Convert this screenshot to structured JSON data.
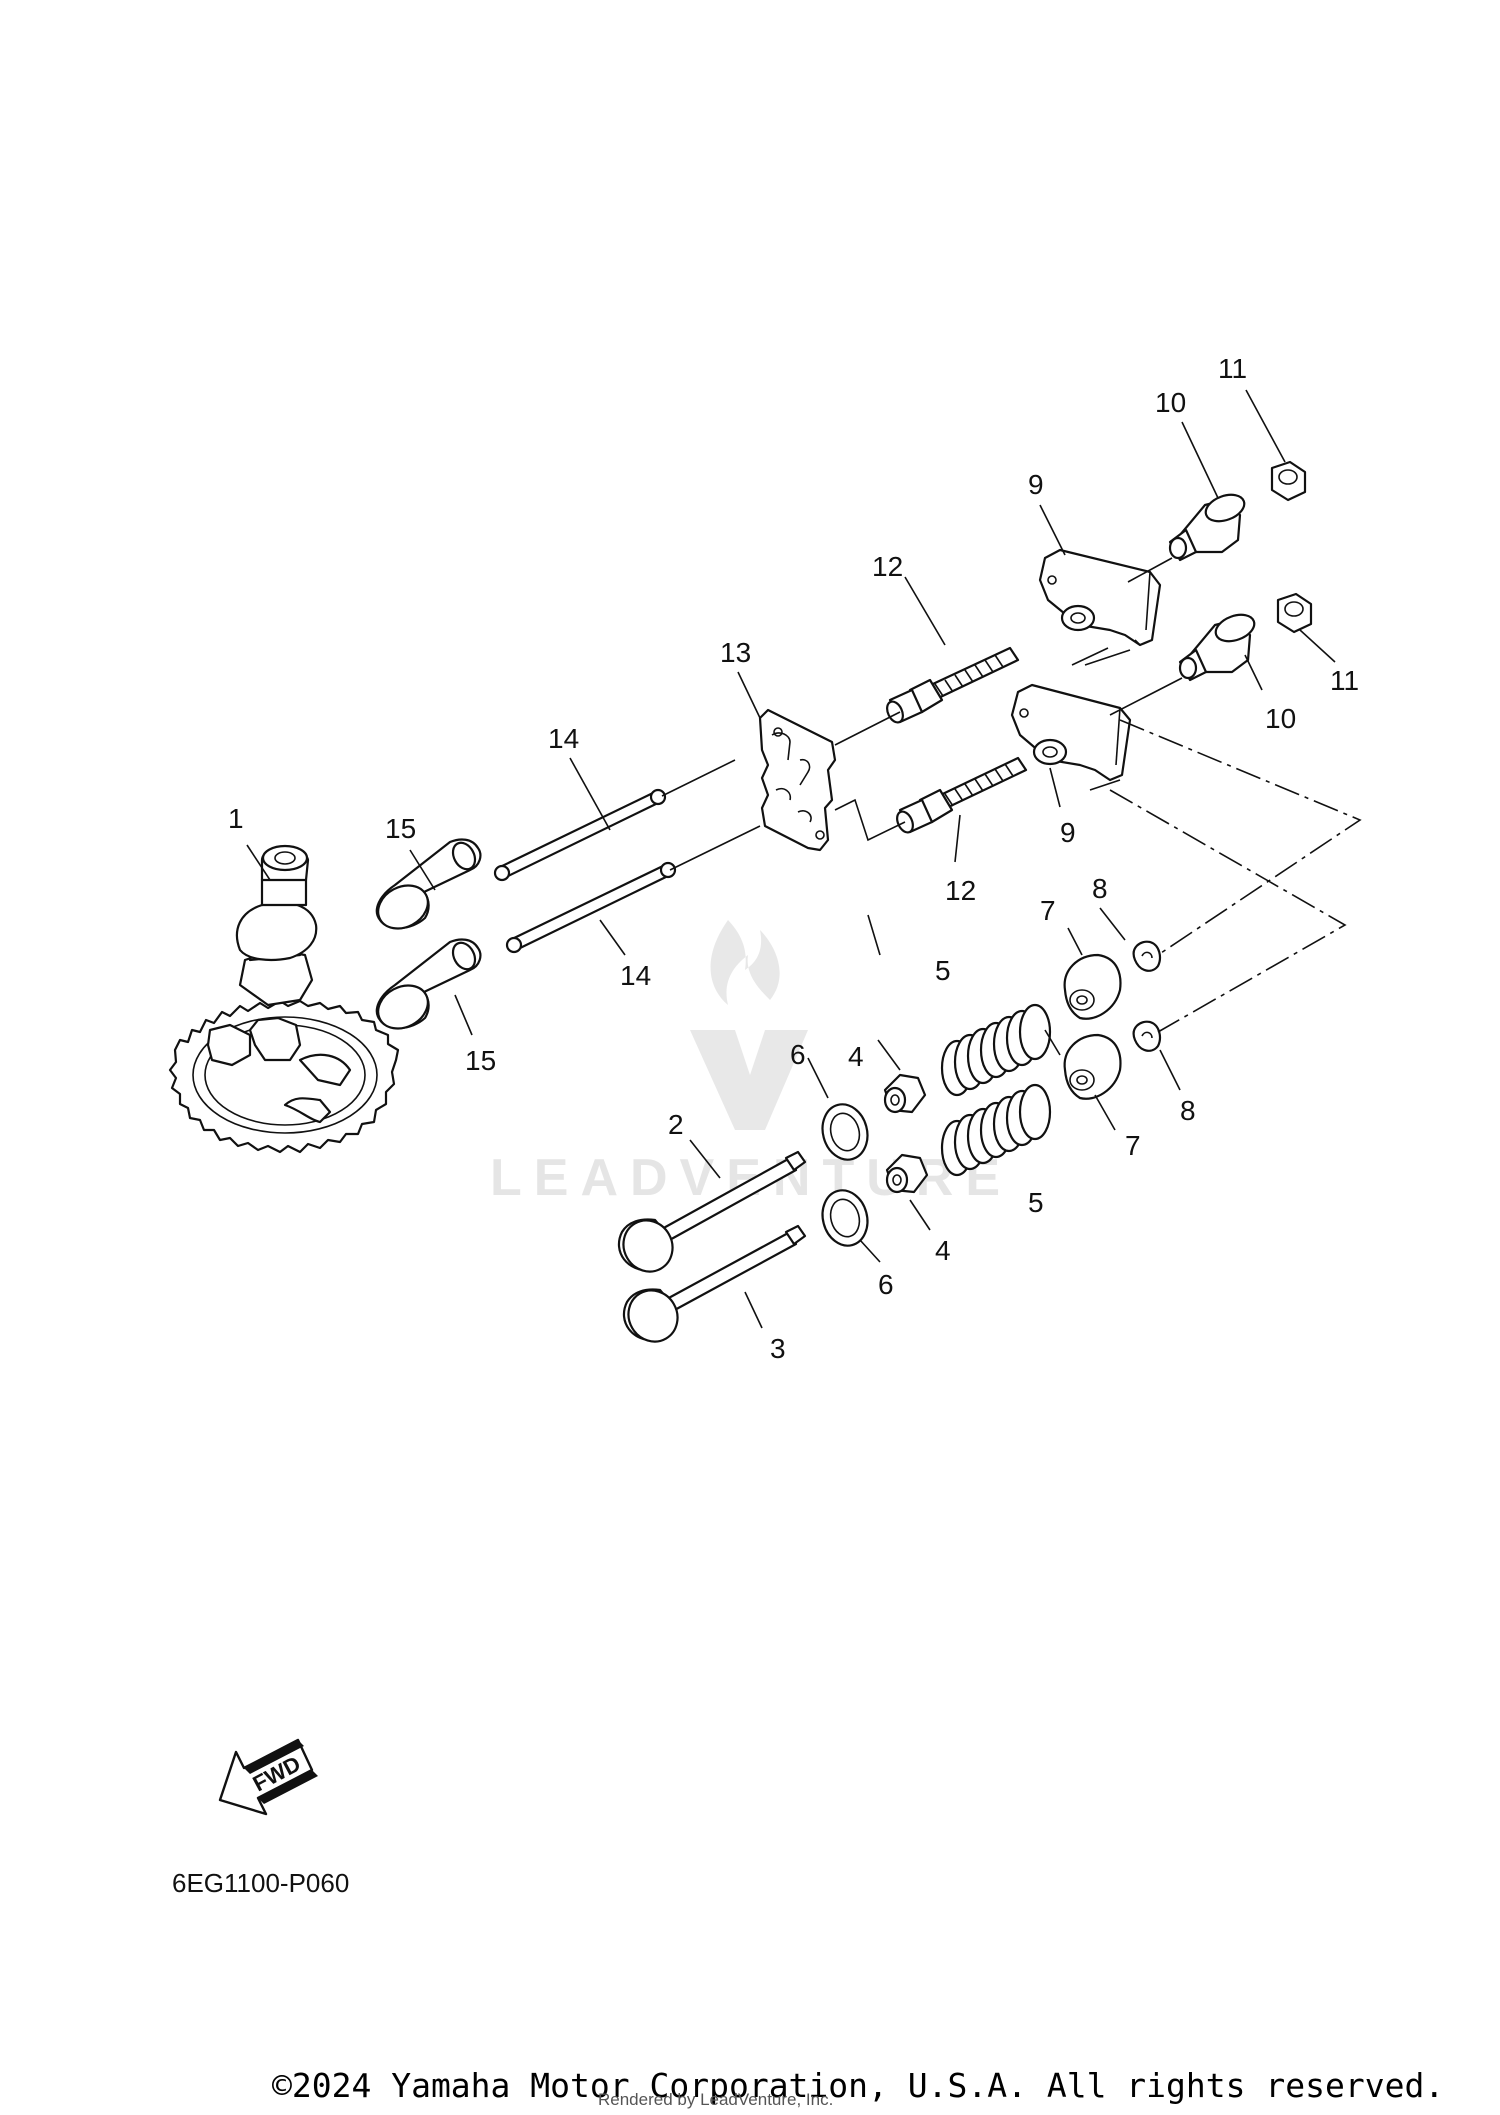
{
  "watermark": {
    "brand": "LEADVENTURE"
  },
  "forward_badge": {
    "label": "FWD"
  },
  "diagram_code": "6EG1100-P060",
  "copyright": "©2024 Yamaha Motor Corporation, U.S.A. All rights reserved.",
  "rendered_by": "Rendered by LeadVenture, Inc.",
  "callouts": {
    "c1": "1",
    "c2": "2",
    "c3": "3",
    "c4a": "4",
    "c4b": "4",
    "c5a": "5",
    "c5b": "5",
    "c6a": "6",
    "c6b": "6",
    "c7a": "7",
    "c7b": "7",
    "c8a": "8",
    "c8b": "8",
    "c9a": "9",
    "c9b": "9",
    "c10a": "10",
    "c10b": "10",
    "c11a": "11",
    "c11b": "11",
    "c12a": "12",
    "c12b": "12",
    "c13": "13",
    "c14a": "14",
    "c14b": "14",
    "c15a": "15",
    "c15b": "15"
  }
}
